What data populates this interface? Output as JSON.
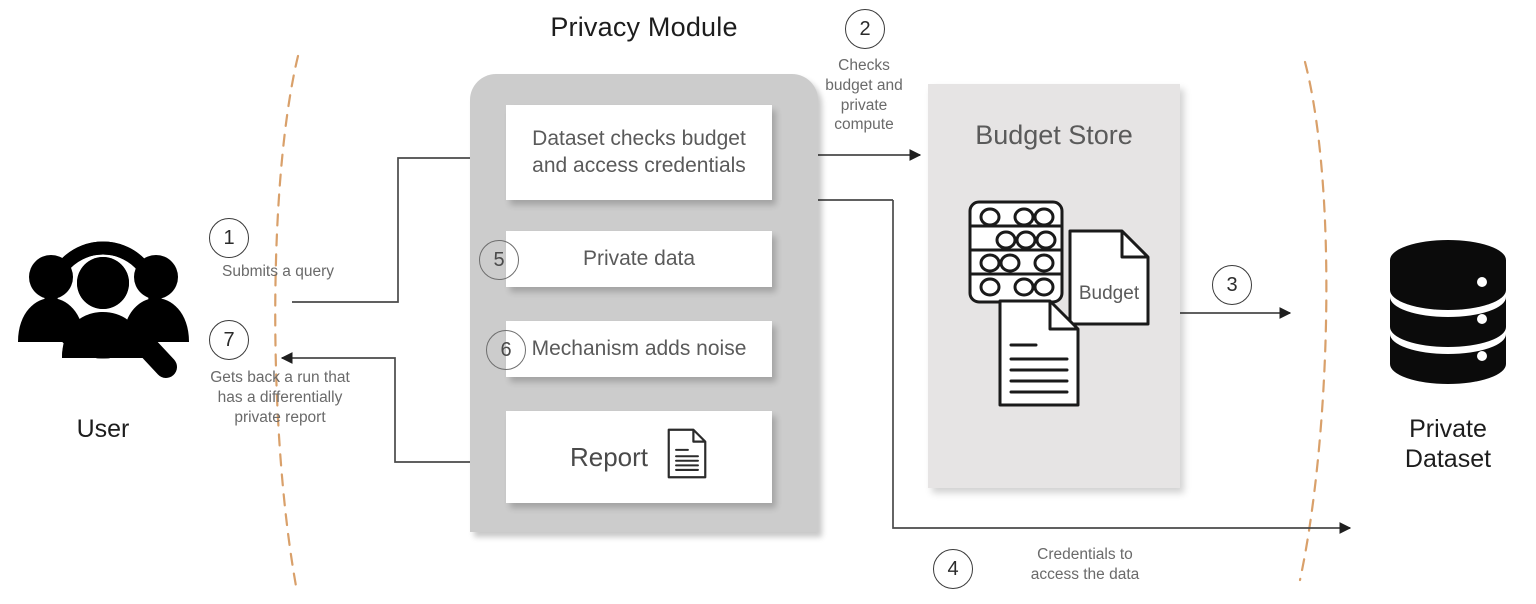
{
  "diagram": {
    "title": "Privacy Module",
    "accent_dashed_color": "#d9a06a",
    "module_fill": "#cccccc",
    "store_fill": "#e6e4e4",
    "box_fill": "#ffffff",
    "text_gray": "#5a5a5a"
  },
  "actors": {
    "user": {
      "label": "User",
      "icon": "user-group-search-icon"
    },
    "dataset": {
      "label_line1": "Private",
      "label_line2": "Dataset",
      "icon": "database-icon"
    }
  },
  "privacy_module": {
    "title": "Privacy Module",
    "boxes": [
      {
        "id": "check",
        "text": "Dataset checks budget\nand access credentials",
        "text_line1": "Dataset checks budget",
        "text_line2": "and access credentials"
      },
      {
        "id": "private-data",
        "text": "Private data",
        "step": "5"
      },
      {
        "id": "mechanism",
        "text": "Mechanism adds noise",
        "step": "6"
      },
      {
        "id": "report",
        "text": "Report",
        "icon": "document-icon"
      }
    ]
  },
  "budget_store": {
    "title": "Budget Store",
    "icons": [
      {
        "name": "abacus-icon"
      },
      {
        "name": "budget-document-icon",
        "label": "Budget"
      },
      {
        "name": "lined-document-icon"
      }
    ]
  },
  "steps": [
    {
      "number": "1",
      "caption": "Submits a query"
    },
    {
      "number": "2",
      "caption": "Checks\nbudget and\nprivate\ncompute",
      "caption_lines": [
        "Checks",
        "budget and",
        "private",
        "compute"
      ]
    },
    {
      "number": "3",
      "caption": ""
    },
    {
      "number": "4",
      "caption": "Credentials to\naccess the data",
      "caption_lines": [
        "Credentials to",
        "access the data"
      ]
    },
    {
      "number": "5",
      "caption": ""
    },
    {
      "number": "6",
      "caption": ""
    },
    {
      "number": "7",
      "caption": "Gets back a run that\nhas a differentially\nprivate report",
      "caption_lines": [
        "Gets back a run that",
        "has a differentially",
        "private report"
      ]
    }
  ]
}
